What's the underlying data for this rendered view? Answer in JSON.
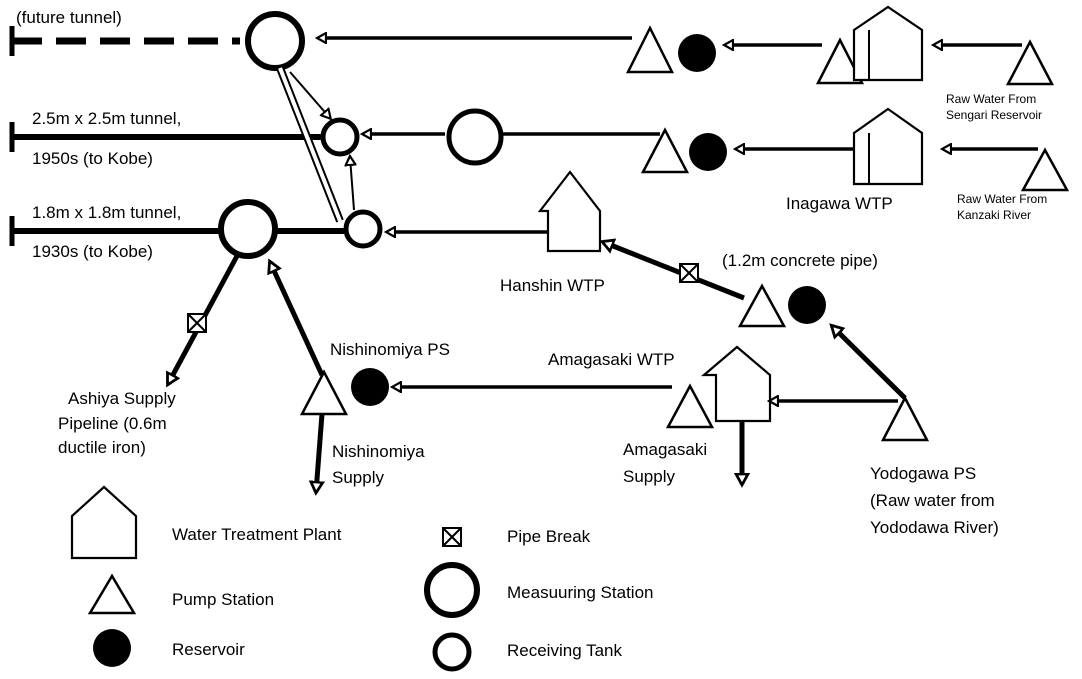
{
  "labels": {
    "future_tunnel": "(future tunnel)",
    "tunnel_1950_line1": "2.5m x 2.5m tunnel,",
    "tunnel_1950_line2": "1950s (to Kobe)",
    "tunnel_1930_line1": "1.8m x 1.8m tunnel,",
    "tunnel_1930_line2": "1930s (to Kobe)",
    "inagawa_wtp": "Inagawa WTP",
    "sengari_line1": "Raw Water From",
    "sengari_line2": "Sengari Reservoir",
    "kanzaki_line1": "Raw Water From",
    "kanzaki_line2": "Kanzaki River",
    "hanshin_wtp": "Hanshin WTP",
    "concrete_pipe": "(1.2m concrete pipe)",
    "nishinomiya_ps": "Nishinomiya PS",
    "amagasaki_wtp": "Amagasaki WTP",
    "ashiya_line1": "Ashiya Supply",
    "ashiya_line2": "Pipeline (0.6m",
    "ashiya_line3": "ductile iron)",
    "nishinomiya_supply_line1": "Nishinomiya",
    "nishinomiya_supply_line2": "Supply",
    "amagasaki_supply_line1": "Amagasaki",
    "amagasaki_supply_line2": "Supply",
    "yodogawa_line1": "Yodogawa PS",
    "yodogawa_line2": "(Raw water from",
    "yodogawa_line3": "Yododawa River)"
  },
  "legend": {
    "wtp": "Water Treatment Plant",
    "pump": "Pump Station",
    "reservoir": "Reservoir",
    "pipe_break": "Pipe Break",
    "measuring": "Measuuring Station",
    "receiving": "Receiving Tank"
  }
}
